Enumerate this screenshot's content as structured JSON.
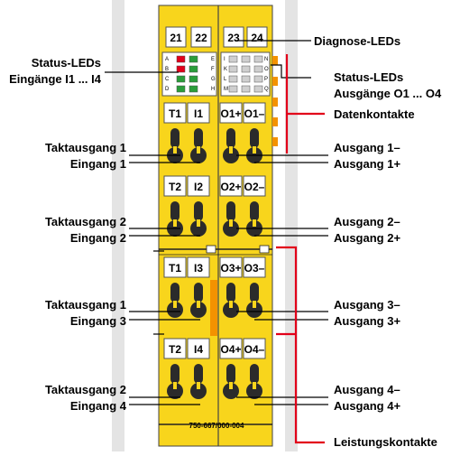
{
  "terminals": {
    "top_numbers": [
      "21",
      "22",
      "23",
      "24"
    ],
    "blocks": [
      {
        "left": [
          "T1",
          "I1"
        ],
        "right": [
          "O1+",
          "O1–"
        ]
      },
      {
        "left": [
          "T2",
          "I2"
        ],
        "right": [
          "O2+",
          "O2–"
        ]
      },
      {
        "left": [
          "T1",
          "I3"
        ],
        "right": [
          "O3+",
          "O3–"
        ]
      },
      {
        "left": [
          "T2",
          "I4"
        ],
        "right": [
          "O4+",
          "O4–"
        ]
      }
    ]
  },
  "led_letters": {
    "left_outer": [
      "A",
      "B",
      "C",
      "D"
    ],
    "left_inner": [
      "E",
      "F",
      "G",
      "H"
    ],
    "right_inner": [
      "I",
      "K",
      "L",
      "M"
    ],
    "right_outer": [
      "N",
      "O",
      "P",
      "Q"
    ]
  },
  "labels": {
    "left": [
      {
        "text": "Status-LEDs"
      },
      {
        "text": "Eingänge I1 ... I4"
      },
      {
        "text": "Taktausgang 1"
      },
      {
        "text": "Eingang 1"
      },
      {
        "text": "Taktausgang 2"
      },
      {
        "text": "Eingang 2"
      },
      {
        "text": "Taktausgang 1"
      },
      {
        "text": "Eingang 3"
      },
      {
        "text": "Taktausgang 2"
      },
      {
        "text": "Eingang 4"
      }
    ],
    "right": [
      {
        "text": "Diagnose-LEDs"
      },
      {
        "text": "Status-LEDs"
      },
      {
        "text": "Ausgänge O1 ... O4"
      },
      {
        "text": "Datenkontakte"
      },
      {
        "text": "Ausgang 1–"
      },
      {
        "text": "Ausgang 1+"
      },
      {
        "text": "Ausgang 2–"
      },
      {
        "text": "Ausgang 2+"
      },
      {
        "text": "Ausgang 3–"
      },
      {
        "text": "Ausgang 3+"
      },
      {
        "text": "Ausgang 4–"
      },
      {
        "text": "Ausgang 4+"
      },
      {
        "text": "Leistungskontakte"
      }
    ]
  },
  "part_number": "750-667/000-004",
  "colors": {
    "module_yellow": "#f8d51c",
    "accent_red": "#e2001a",
    "rail_grey": "#dcdcdc"
  }
}
